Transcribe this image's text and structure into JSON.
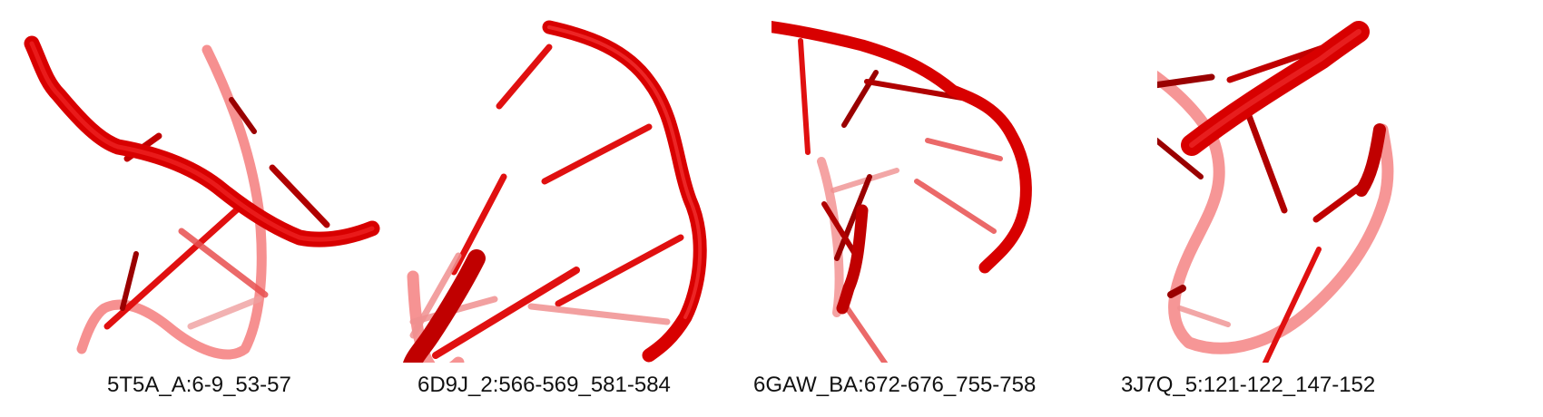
{
  "colors": {
    "strand_main": "#e00000",
    "strand_dark": "#a80000",
    "strand_faded": "#f07a7a",
    "base_main": "#e01010",
    "base_dark": "#8e0000",
    "base_faded": "#f09090",
    "caption_text": "#111111",
    "background": "#ffffff"
  },
  "panels": [
    {
      "caption": "5T5A_A:6-9_53-57"
    },
    {
      "caption": "6D9J_2:566-569_581-584"
    },
    {
      "caption": "6GAW_BA:672-676_755-758"
    },
    {
      "caption": "3J7Q_5:121-122_147-152"
    }
  ]
}
